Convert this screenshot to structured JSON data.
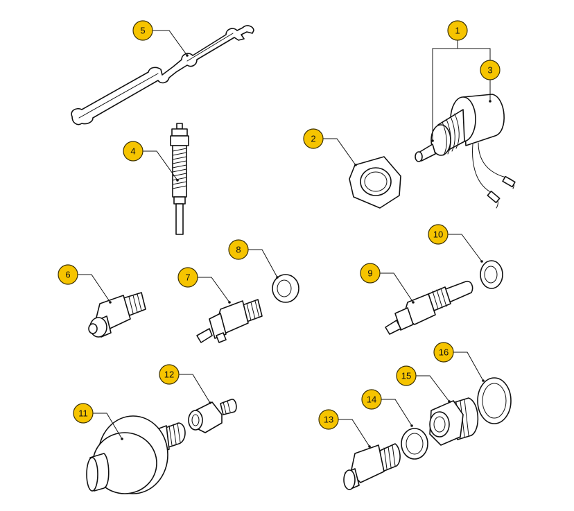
{
  "callouts": [
    {
      "id": "1",
      "label": "1"
    },
    {
      "id": "2",
      "label": "2"
    },
    {
      "id": "3",
      "label": "3"
    },
    {
      "id": "4",
      "label": "4"
    },
    {
      "id": "5",
      "label": "5"
    },
    {
      "id": "6",
      "label": "6"
    },
    {
      "id": "7",
      "label": "7"
    },
    {
      "id": "8",
      "label": "8"
    },
    {
      "id": "9",
      "label": "9"
    },
    {
      "id": "10",
      "label": "10"
    },
    {
      "id": "11",
      "label": "11"
    },
    {
      "id": "12",
      "label": "12"
    },
    {
      "id": "13",
      "label": "13"
    },
    {
      "id": "14",
      "label": "14"
    },
    {
      "id": "15",
      "label": "15"
    },
    {
      "id": "16",
      "label": "16"
    }
  ],
  "colors": {
    "callout_fill": "#f6c400",
    "line": "#111111",
    "background": "#ffffff"
  }
}
